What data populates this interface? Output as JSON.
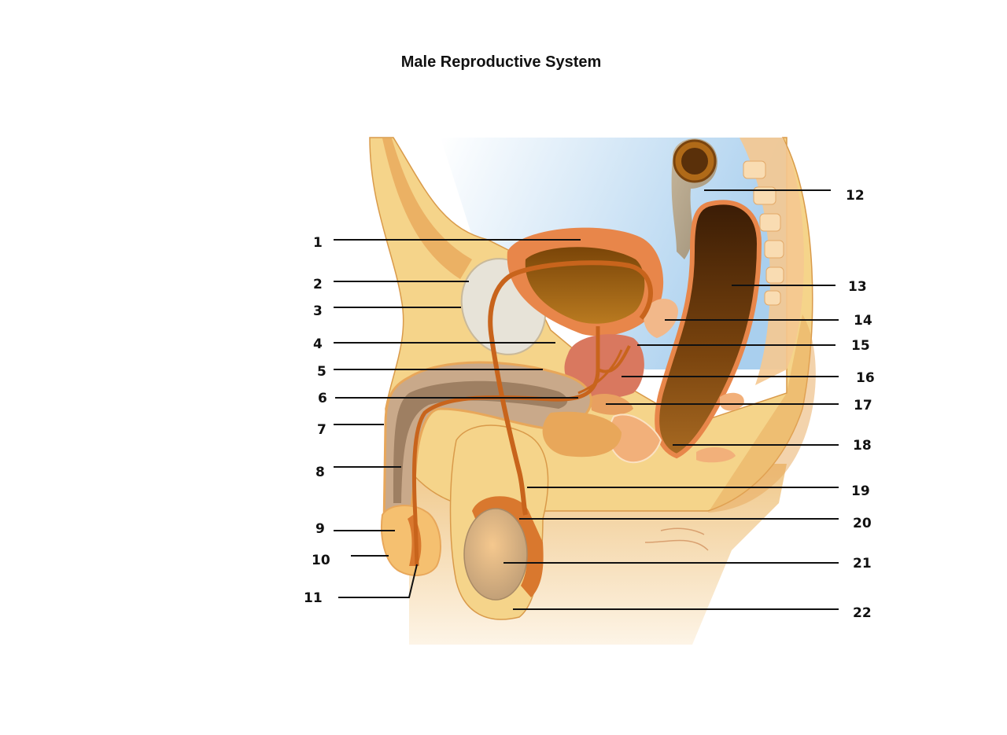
{
  "title": "Male Reproductive System",
  "labels": {
    "l1": "1",
    "l2": "2",
    "l3": "3",
    "l4": "4",
    "l5": "5",
    "l6": "6",
    "l7": "7",
    "l8": "8",
    "l9": "9",
    "l10": "10",
    "l11": "11",
    "l12": "12",
    "l13": "13",
    "l14": "14",
    "l15": "15",
    "l16": "16",
    "l17": "17",
    "l18": "18",
    "l19": "19",
    "l20": "20",
    "l21": "21",
    "l22": "22"
  },
  "colors": {
    "skin": "#f5d48a",
    "skin_light": "#fae7b0",
    "tissue_orange": "#e8a75a",
    "bladder": "#e8864a",
    "bladder_inner": "#9a5a10",
    "prostate": "#d9785f",
    "rectum_dark": "#5a300a",
    "pelvic_blue": "#a9cfee",
    "bone": "#f2c38a",
    "testis": "#d8b88a"
  }
}
